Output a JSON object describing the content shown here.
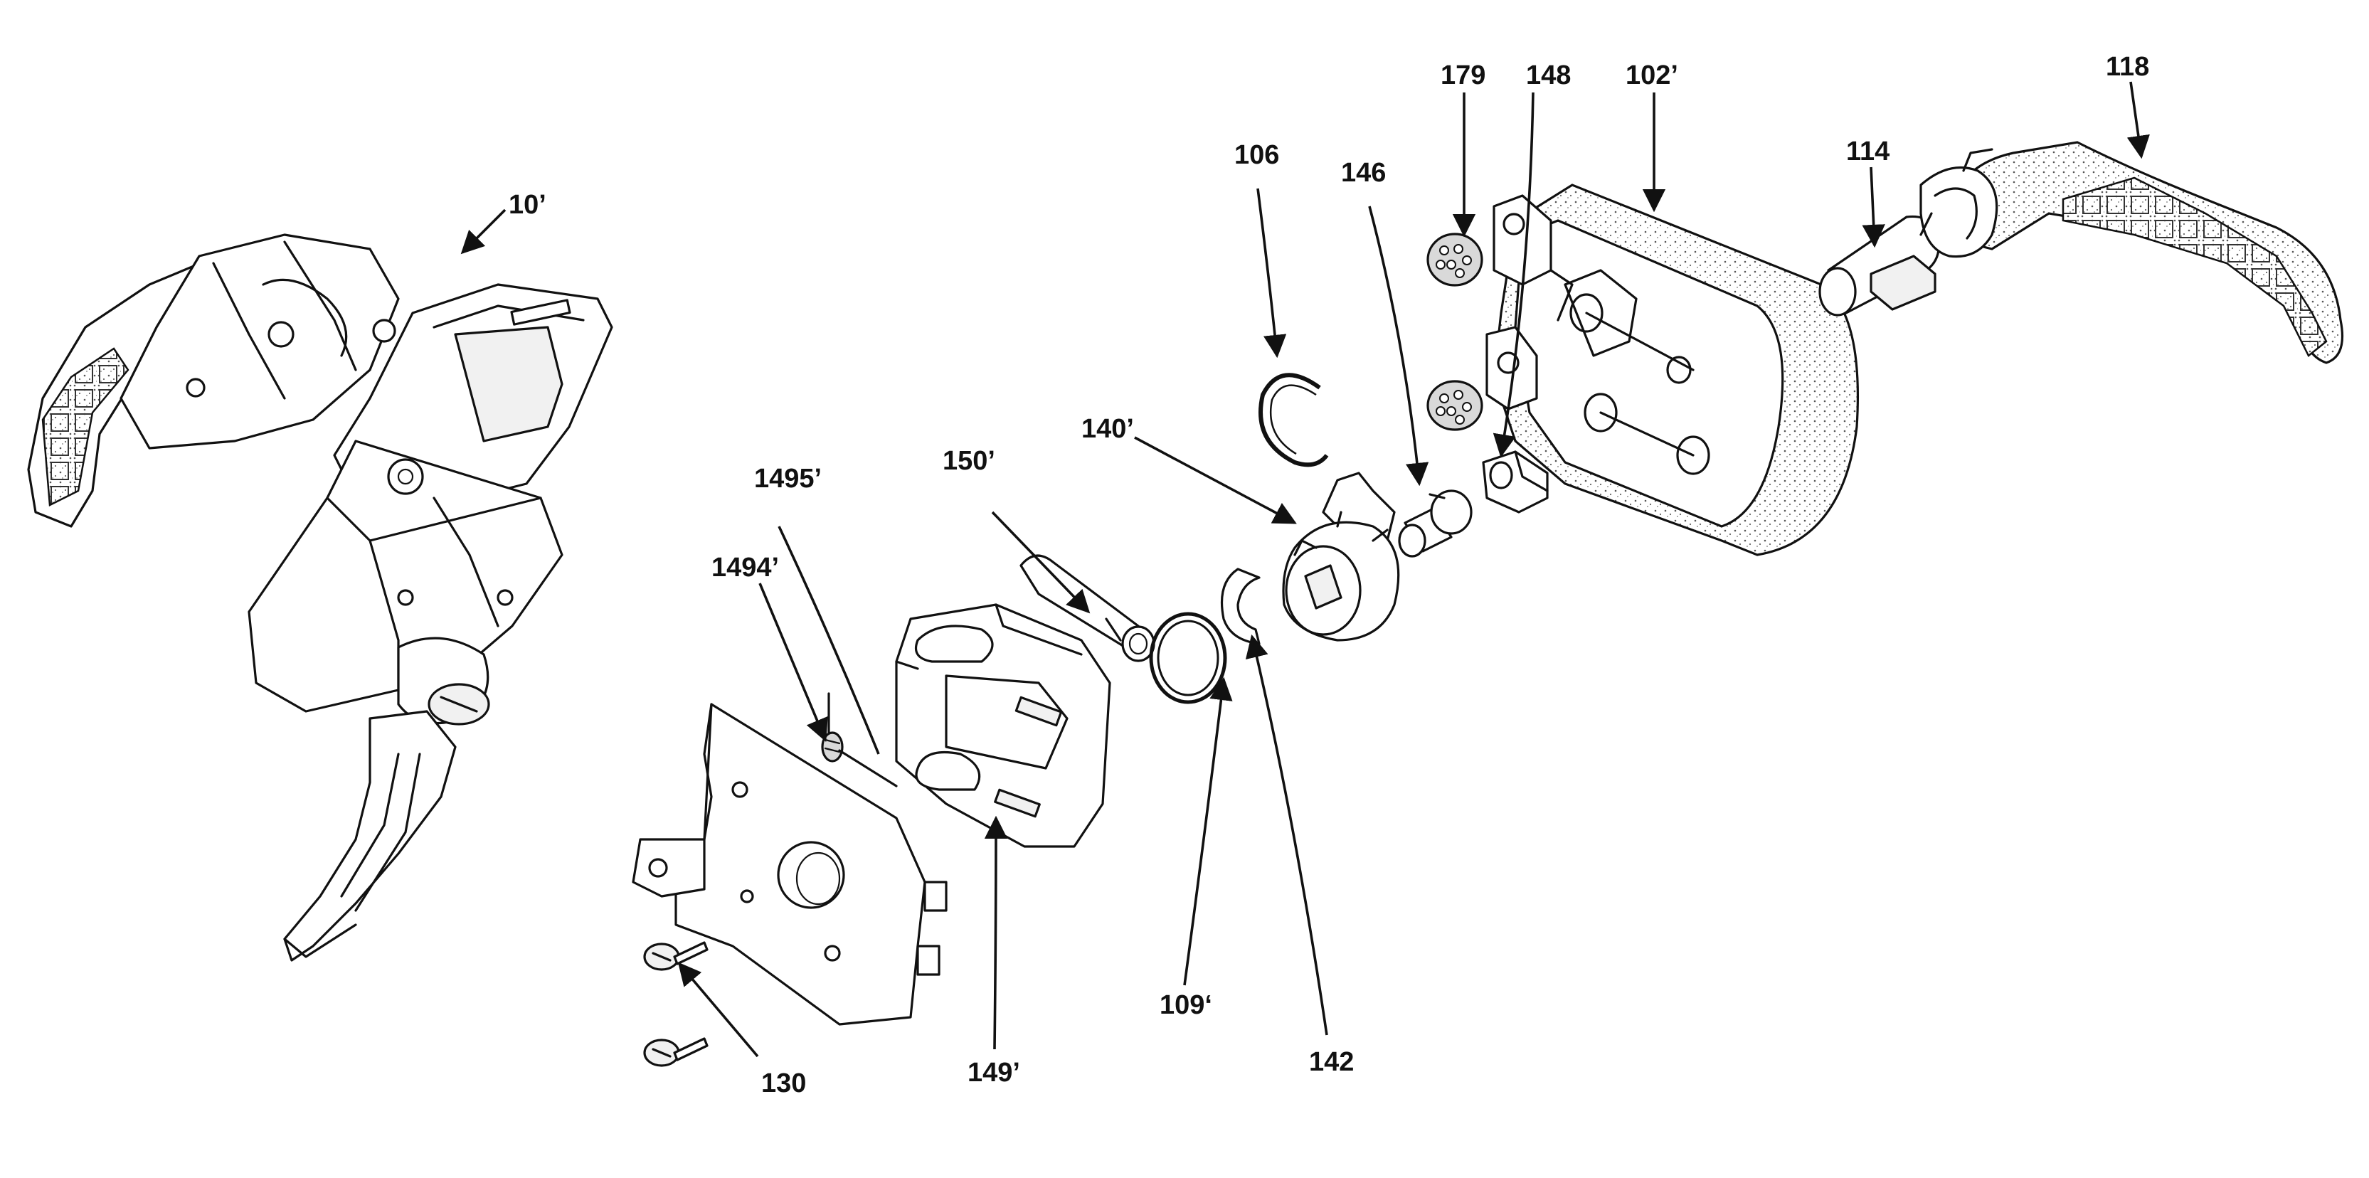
{
  "labels": {
    "assembly": "10’",
    "part_106": "106",
    "part_179": "179",
    "part_148": "148",
    "part_102": "102’",
    "part_118": "118",
    "part_114": "114",
    "part_146": "146",
    "part_140": "140’",
    "part_150": "150’",
    "part_1495": "1495’",
    "part_1494": "1494’",
    "part_109": "109‘",
    "part_142": "142",
    "part_149": "149’",
    "part_130": "130"
  }
}
